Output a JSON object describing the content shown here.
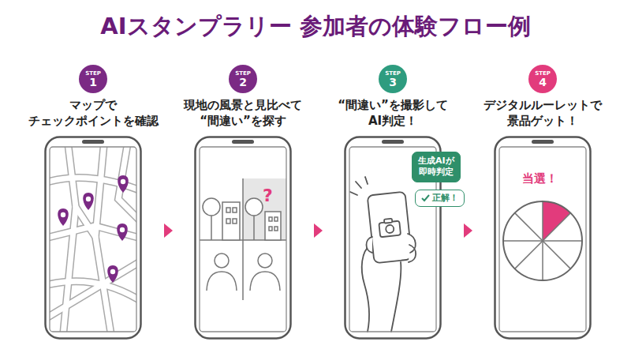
{
  "diagram": {
    "title": "AIスタンプラリー 参加者の体験フロー例",
    "nodes": [
      {
        "text": [
          "STEP",
          "1"
        ]
      },
      {
        "text": [
          "マップで チェックポイントを確認"
        ]
      },
      {
        "text": [
          "STEP",
          "2"
        ]
      },
      {
        "text": [
          "現地の風景と見比べて “間違い”を探す"
        ]
      },
      {
        "text": [
          "STEP",
          "3"
        ]
      },
      {
        "text": [
          "“間違い”を撮影して AI判定！"
        ]
      },
      {
        "text": [
          "生成AIが 即時判定"
        ],
        "in": 5
      },
      {
        "text": [
          "正解！"
        ],
        "in": 5
      },
      {
        "text": [
          "STEP",
          "4"
        ]
      },
      {
        "text": [
          "デジタルルーレットで 景品ゲット！"
        ]
      }
    ],
    "edges": [
      {
        "from": 1,
        "to": 3,
        "arrow": "to"
      },
      {
        "from": 3,
        "to": 5,
        "arrow": "to"
      },
      {
        "from": 5,
        "to": 9,
        "arrow": "to"
      }
    ],
    "labels": [
      "?",
      "当選！"
    ]
  }
}
